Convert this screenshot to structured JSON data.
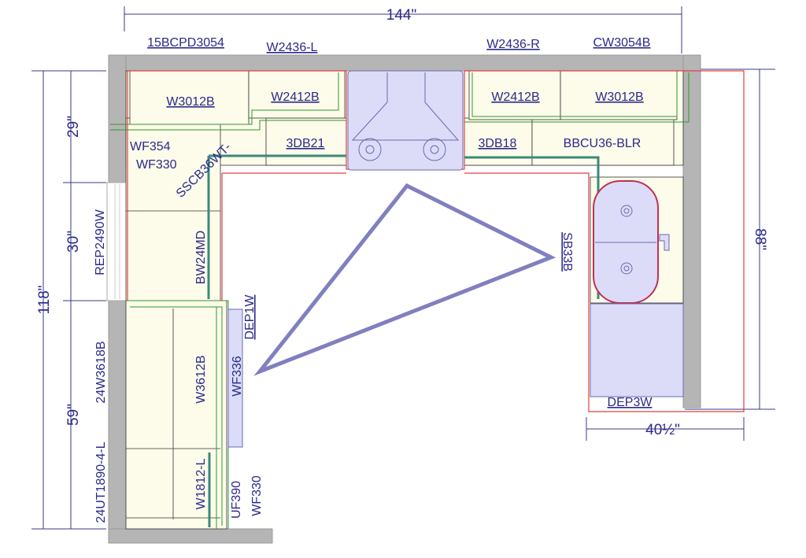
{
  "dimensions": {
    "top_width": "144\"",
    "left_total": "118\"",
    "left_seg1": "29\"",
    "left_seg2": "30\"",
    "left_seg3": "59\"",
    "right_height": "88\"",
    "bottom_right_width": "40½\""
  },
  "labels": {
    "top_15bcpd": "15BCPD3054",
    "top_w2436l": "W2436-L",
    "top_w2436r": "W2436-R",
    "top_cw3054b": "CW3054B",
    "w3012b_left": "W3012B",
    "w2412b_left": "W2412B",
    "w2412b_right": "W2412B",
    "w3012b_right": "W3012B",
    "wf354": "WF354",
    "wf330_top": "WF330",
    "sscb": "SSCB36WT-",
    "db21": "3DB21",
    "db18": "3DB18",
    "bbcu": "BBCU36-BLR",
    "rep": "REP2490W",
    "bw24md": "BW24MD",
    "dep1w": "DEP1W",
    "sb33b": "SB33B",
    "w3612b": "W3612B",
    "wf336": "WF336",
    "w24": "24W3618B",
    "ut": "24UT1890-4-L",
    "w1812": "W1812-L",
    "uf390": "UF390",
    "wf330_bottom": "WF330",
    "dep3w": "DEP3W"
  },
  "colors": {
    "wall": "#b5b5b5",
    "cabinet": "#fdfbea",
    "appliance": "#dcdcf8",
    "work_triangle": "#8080c0",
    "countertop_outline": "#e04040",
    "upper_outline": "#2a9a2a"
  }
}
